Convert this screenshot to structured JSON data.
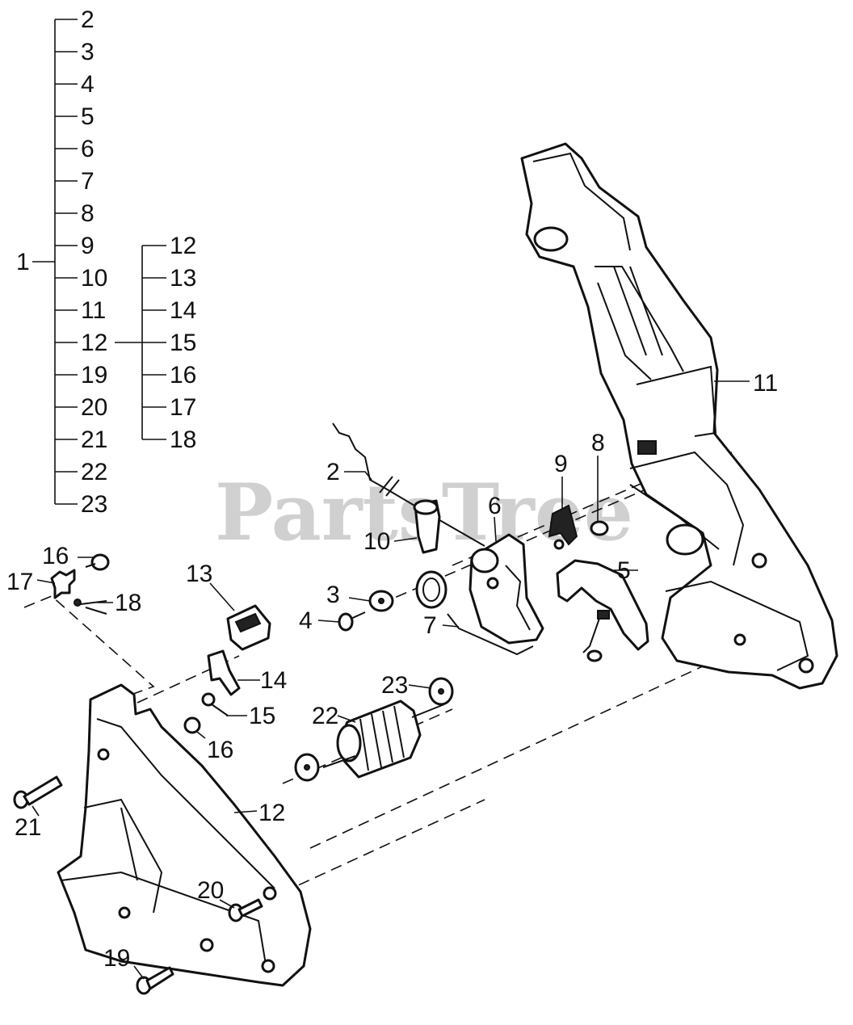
{
  "watermark": "PartsTree",
  "tree": {
    "root": "1",
    "children": [
      "2",
      "3",
      "4",
      "5",
      "6",
      "7",
      "8",
      "9",
      "10",
      "11",
      "12",
      "19",
      "20",
      "21",
      "22",
      "23"
    ],
    "sub_children": [
      "12",
      "13",
      "14",
      "15",
      "16",
      "17",
      "18"
    ]
  },
  "callouts": {
    "p2": "2",
    "p3": "3",
    "p4": "4",
    "p5": "5",
    "p6": "6",
    "p7": "7",
    "p8": "8",
    "p9": "9",
    "p10": "10",
    "p11": "11",
    "p12": "12",
    "p13": "13",
    "p14": "14",
    "p15": "15",
    "p16a": "16",
    "p16b": "16",
    "p17": "17",
    "p18": "18",
    "p19": "19",
    "p20": "20",
    "p21": "21",
    "p22": "22",
    "p23": "23"
  }
}
